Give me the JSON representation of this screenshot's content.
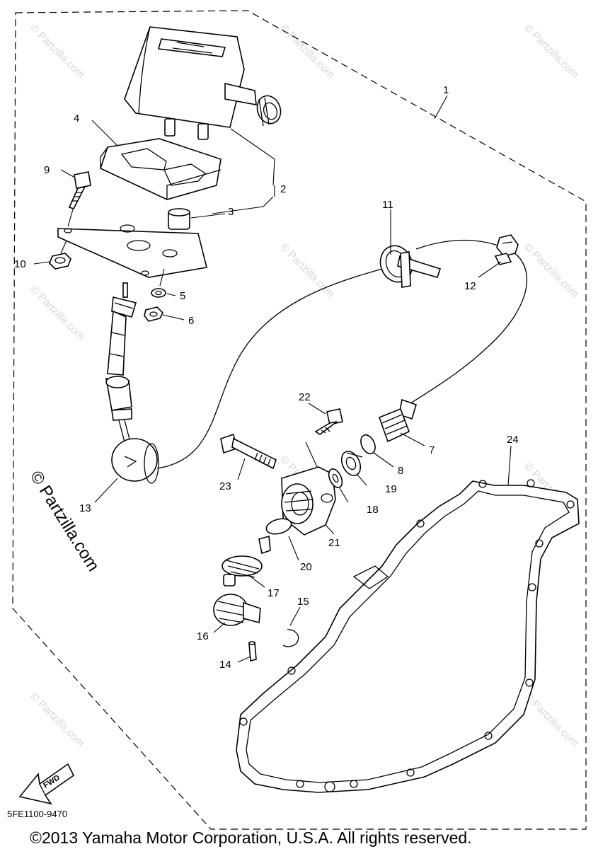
{
  "diagram": {
    "callouts": {
      "c1": "1",
      "c2": "2",
      "c3": "3",
      "c4": "4",
      "c5": "5",
      "c6": "6",
      "c7": "7",
      "c8": "8",
      "c9": "9",
      "c10": "10",
      "c11": "11",
      "c12": "12",
      "c13": "13",
      "c14": "14",
      "c15": "15",
      "c16": "16",
      "c17": "17",
      "c18": "18",
      "c19": "19",
      "c20": "20",
      "c21": "21",
      "c22": "22",
      "c23": "23",
      "c24": "24"
    },
    "watermark": "© Partzilla.com",
    "diagram_code": "5FE1100-9470",
    "fwd_label": "FWD",
    "copyright": "©2013 Yamaha Motor Corporation, U.S.A. All rights reserved."
  }
}
